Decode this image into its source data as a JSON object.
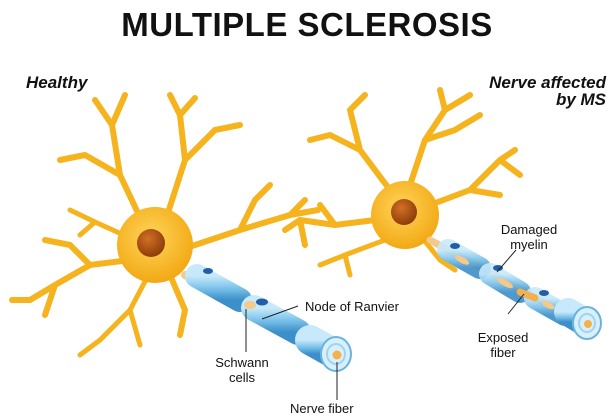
{
  "title": "MULTIPLE SCLEROSIS",
  "panels": {
    "healthy": {
      "label": "Healthy"
    },
    "affected": {
      "label_line1": "Nerve affected",
      "label_line2": "by MS"
    }
  },
  "callouts": {
    "node_of_ranvier": "Node of Ranvier",
    "schwann_line1": "Schwann",
    "schwann_line2": "cells",
    "nerve_fiber": "Nerve fiber",
    "damaged_line1": "Damaged",
    "damaged_line2": "myelin",
    "exposed_line1": "Exposed",
    "exposed_line2": "fiber"
  },
  "colors": {
    "neuron": "#f7b820",
    "neuron_dark": "#e79a12",
    "nucleus": "#b5530f",
    "myelin": "#7cc3ea",
    "myelin_dark": "#3c8fc8",
    "schwann_nucleus": "#1f5fa8",
    "axon": "#f4c98b"
  }
}
